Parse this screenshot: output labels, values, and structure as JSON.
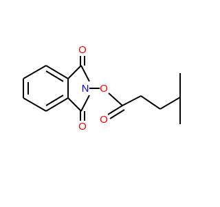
{
  "molecule": {
    "atoms": [
      {
        "symbol": "O",
        "color": "#ff0000"
      },
      {
        "symbol": "N",
        "color": "#0000ff"
      },
      {
        "symbol": "O",
        "color": "#ff0000"
      },
      {
        "symbol": "O",
        "color": "#ff0000"
      },
      {
        "symbol": "O",
        "color": "#ff0000"
      }
    ],
    "bond_color": "#000000"
  }
}
